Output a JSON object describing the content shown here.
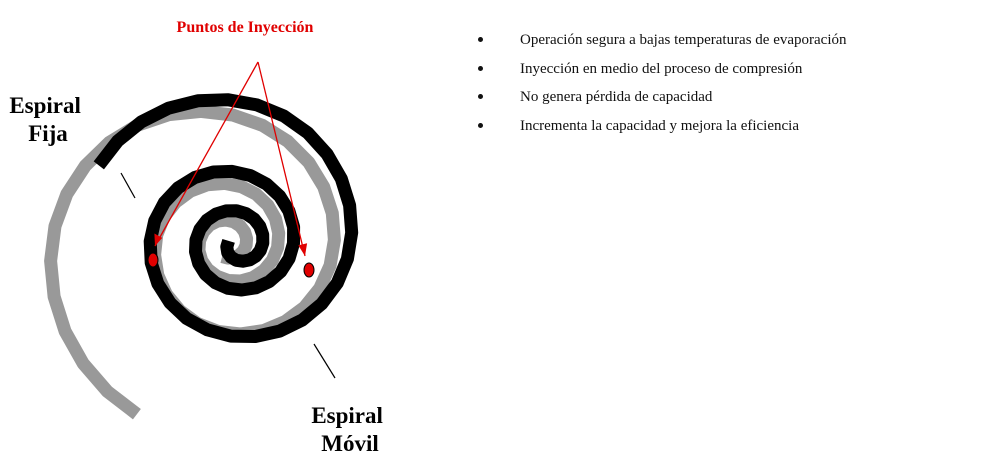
{
  "injection_title": "Puntos de Inyección",
  "label_fixed": [
    "Espiral",
    "Fija"
  ],
  "label_moving": [
    "Espiral",
    "Móvil"
  ],
  "bullets": [
    "Operación segura a bajas temperaturas de evaporación",
    "Inyección en medio del proceso de compresión",
    "No genera pérdida de capacidad",
    "Incrementa la capacidad y mejora la eficiencia"
  ],
  "colors": {
    "fixed_scroll": "#000000",
    "moving_scroll": "#999999",
    "injection": "#e00000",
    "text": "#111111"
  }
}
